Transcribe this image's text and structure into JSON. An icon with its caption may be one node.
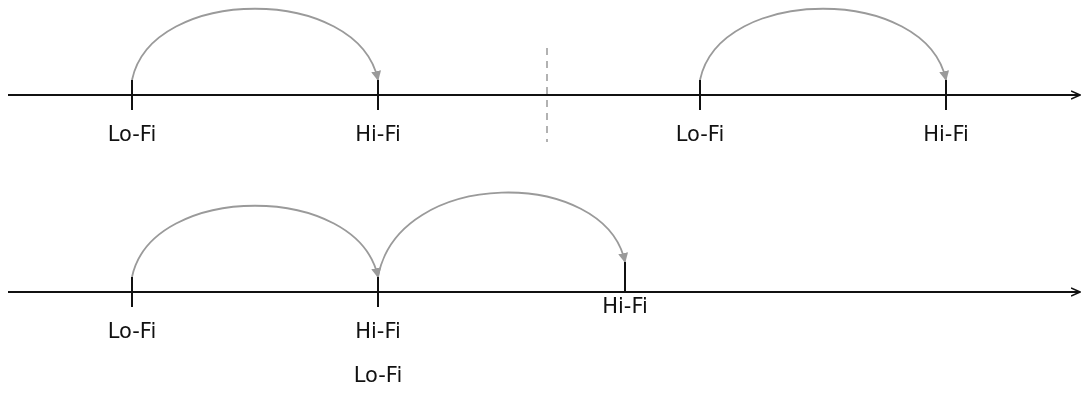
{
  "diagram": {
    "nodes": [
      {
        "text": [
          "Lo-Fi"
        ]
      },
      {
        "text": [
          "Hi-Fi"
        ]
      },
      {
        "text": [
          "Lo-Fi"
        ]
      },
      {
        "text": [
          "Hi-Fi"
        ]
      },
      {
        "text": [
          "Lo-Fi"
        ]
      },
      {
        "text": [
          "Hi-Fi",
          "Lo-Fi"
        ]
      },
      {
        "text": [
          "Hi-Fi"
        ]
      }
    ],
    "edges": [
      {
        "from": 0,
        "to": 1,
        "arrow": "to"
      },
      {
        "from": 2,
        "to": 3,
        "arrow": "to"
      },
      {
        "from": 4,
        "to": 5,
        "arrow": "to"
      },
      {
        "from": 5,
        "to": 6,
        "arrow": "to"
      }
    ]
  }
}
